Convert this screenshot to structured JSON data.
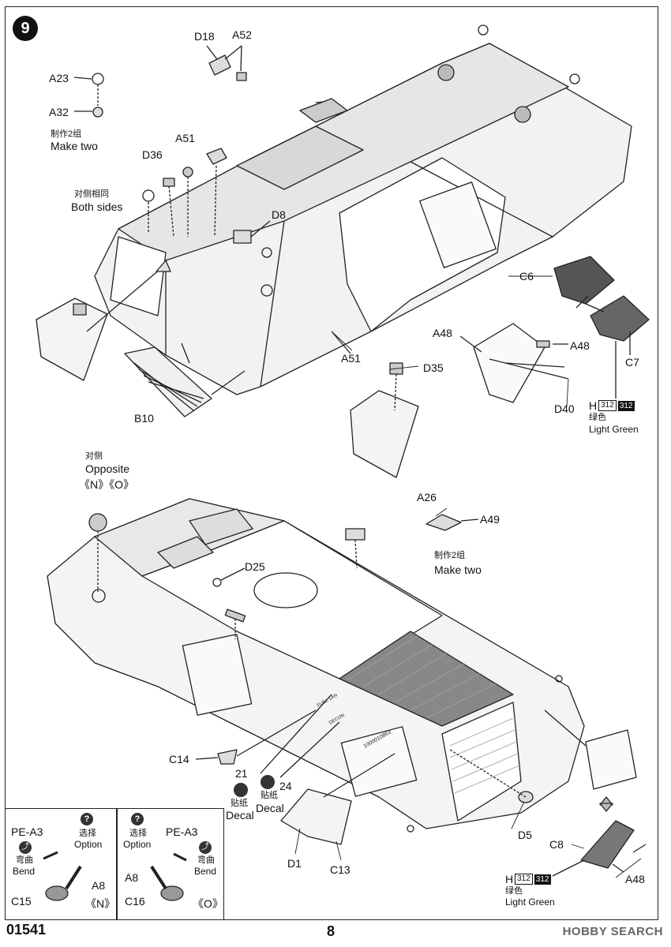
{
  "step_number": "9",
  "labels": {
    "D18": "D18",
    "A52": "A52",
    "A23": "A23",
    "A32": "A32",
    "A51_top": "A51",
    "D36": "D36",
    "D8": "D8",
    "A51_mid": "A51",
    "B10": "B10",
    "C6": "C6",
    "C7": "C7",
    "A48_left": "A48",
    "A48_right": "A48",
    "D35": "D35",
    "D40": "D40",
    "A26": "A26",
    "A49": "A49",
    "D25": "D25",
    "C14": "C14",
    "decal21": "21",
    "decal24": "24",
    "D1": "D1",
    "C13": "C13",
    "D5": "D5",
    "C8": "C8",
    "A48_bottom": "A48"
  },
  "notes": {
    "make_two_cn_1": "制作2组",
    "make_two_en_1": "Make two",
    "both_sides_cn": "对侧相同",
    "both_sides_en": "Both sides",
    "opposite_cn": "对侧",
    "opposite_en": "Opposite",
    "opposite_marks": "《N》《O》",
    "make_two_cn_2": "制作2组",
    "make_two_en_2": "Make two",
    "decal_cn_1": "贴纸",
    "decal_en_1": "Decal",
    "decal_cn_2": "贴纸",
    "decal_en_2": "Decal"
  },
  "paint": {
    "top": {
      "letter": "H",
      "code_a": "312",
      "code_b": "312",
      "cn": "绿色",
      "en": "Light Green"
    },
    "bottom": {
      "letter": "H",
      "code_a": "312",
      "code_b": "312",
      "cn": "绿色",
      "en": "Light Green"
    }
  },
  "hull_markings": {
    "fuel": "FUEL 1AN",
    "decon": "DECON",
    "serial": "1000010863"
  },
  "option_left": {
    "pe": "PE-A3",
    "option_cn": "选择",
    "option_en": "Option",
    "bend_cn": "弯曲",
    "bend_en": "Bend",
    "a8": "A8",
    "c15": "C15",
    "variant": "《N》"
  },
  "option_right": {
    "pe": "PE-A3",
    "option_cn": "选择",
    "option_en": "Option",
    "bend_cn": "弯曲",
    "bend_en": "Bend",
    "a8": "A8",
    "c16": "C16",
    "variant": "《O》"
  },
  "footer": {
    "code": "01541",
    "page": "8",
    "brand": "HOBBY SEARCH"
  }
}
